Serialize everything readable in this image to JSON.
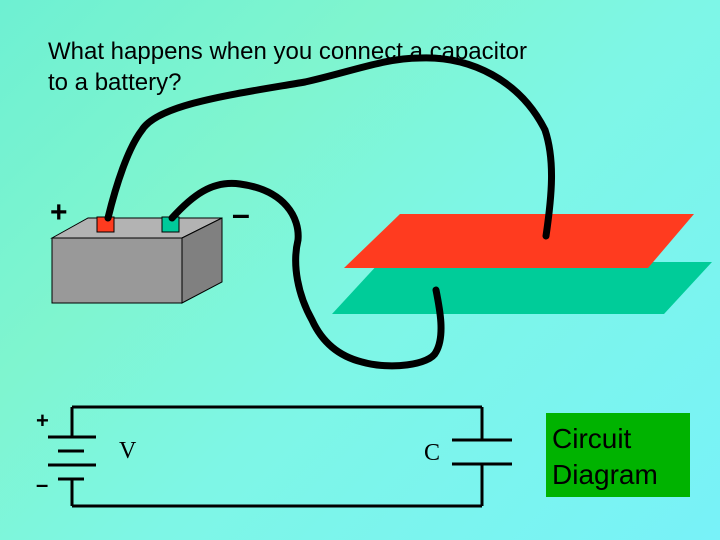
{
  "title": {
    "line1": "What happens when you connect a capacitor",
    "line2": "to a battery?"
  },
  "battery_terminals": {
    "positive": "+",
    "negative": "–"
  },
  "schematic": {
    "positive": "+",
    "negative": "–",
    "voltage_label": "V",
    "capacitor_label": "C"
  },
  "circuit_diagram": {
    "line1": "Circuit",
    "line2": "Diagram"
  },
  "colors": {
    "background_top": "#6ef0d2",
    "background_bottom": "#78f2f8",
    "battery_body": "#999999",
    "positive_terminal": "#ff3b1f",
    "negative_terminal": "#00c99a",
    "top_plate": "#ff3b1f",
    "bottom_plate": "#00cc99",
    "circuit_box": "#00b300"
  }
}
